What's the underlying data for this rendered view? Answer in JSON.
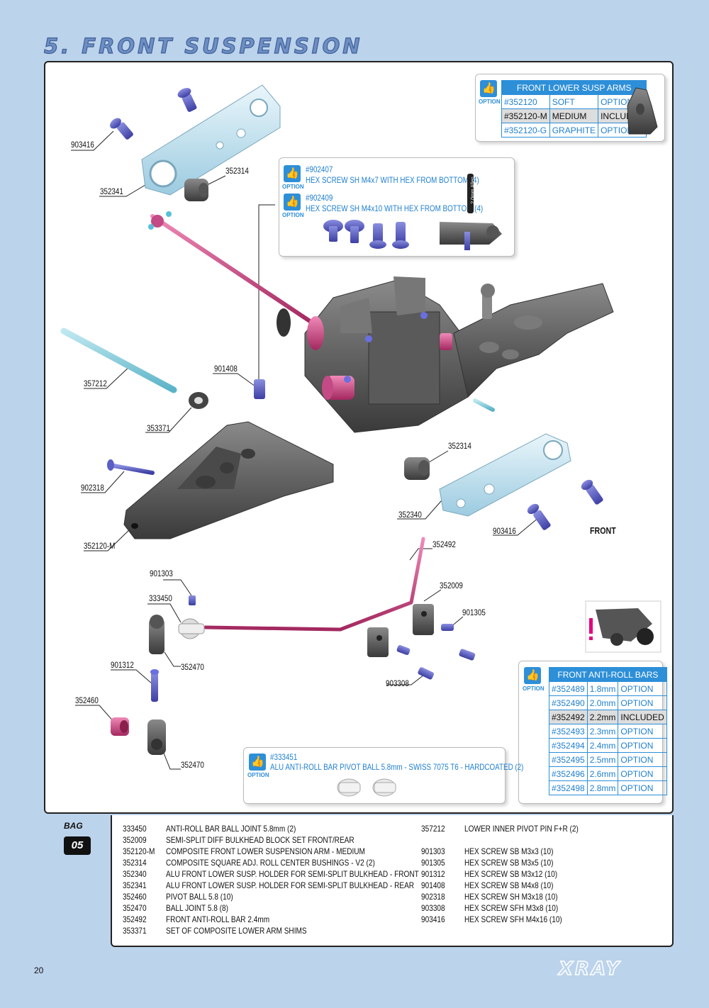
{
  "page": {
    "title": "5. FRONT SUSPENSION",
    "page_number": "20",
    "logo": "XRAY"
  },
  "callouts": {
    "c903416a": "903416",
    "c352341": "352341",
    "c352314a": "352314",
    "c357212": "357212",
    "c901408": "901408",
    "c353371": "353371",
    "c902318": "902318",
    "c352120m": "352120-M",
    "c352314b": "352314",
    "c352340": "352340",
    "c903416b": "903416",
    "c352492": "352492",
    "c901303": "901303",
    "c333450": "333450",
    "c352009": "352009",
    "c901305": "901305",
    "c901312": "901312",
    "c352470a": "352470",
    "c903308": "903308",
    "c352460": "352460",
    "c352470b": "352470",
    "front": "FRONT"
  },
  "option_word": "OPTION",
  "screw_option": {
    "item1_code": "#902407",
    "item1_desc": "HEX SCREW SH M4x7 WITH HEX FROM BOTTOM  (4)",
    "item2_code": "#902409",
    "item2_desc": "HEX SCREW SH M4x10 WITH HEX FROM BOTTOM  (4)",
    "tool": "2.0mm Allen"
  },
  "ball_option": {
    "code": "#333451",
    "desc": "ALU ANTI-ROLL BAR PIVOT BALL 5.8mm - SWISS 7075 T6 - HARDCOATED (2)"
  },
  "arms_table": {
    "header": "FRONT LOWER SUSP ARMS",
    "rows": [
      {
        "code": "#352120",
        "type": "SOFT",
        "status": "OPTION"
      },
      {
        "code": "#352120-M",
        "type": "MEDIUM",
        "status": "INCLUDED"
      },
      {
        "code": "#352120-G",
        "type": "GRAPHITE",
        "status": "OPTION"
      }
    ]
  },
  "bars_table": {
    "header": "FRONT ANTI-ROLL BARS",
    "rows": [
      {
        "code": "#352489",
        "size": "1.8mm",
        "status": "OPTION"
      },
      {
        "code": "#352490",
        "size": "2.0mm",
        "status": "OPTION"
      },
      {
        "code": "#352492",
        "size": "2.2mm",
        "status": "INCLUDED"
      },
      {
        "code": "#352493",
        "size": "2.3mm",
        "status": "OPTION"
      },
      {
        "code": "#352494",
        "size": "2.4mm",
        "status": "OPTION"
      },
      {
        "code": "#352495",
        "size": "2.5mm",
        "status": "OPTION"
      },
      {
        "code": "#352496",
        "size": "2.6mm",
        "status": "OPTION"
      },
      {
        "code": "#352498",
        "size": "2.8mm",
        "status": "OPTION"
      }
    ]
  },
  "bag": {
    "label": "BAG",
    "number": "05"
  },
  "parts_left": [
    {
      "code": "333450",
      "desc": "ANTI-ROLL BAR BALL JOINT 5.8mm (2)"
    },
    {
      "code": "352009",
      "desc": "SEMI-SPLIT DIFF BULKHEAD BLOCK SET FRONT/REAR"
    },
    {
      "code": "352120-M",
      "desc": "COMPOSITE FRONT LOWER SUSPENSION ARM - MEDIUM"
    },
    {
      "code": "352314",
      "desc": "COMPOSITE SQUARE ADJ. ROLL CENTER BUSHINGS - V2 (2)"
    },
    {
      "code": "352340",
      "desc": "ALU FRONT LOWER SUSP. HOLDER FOR SEMI-SPLIT BULKHEAD - FRONT"
    },
    {
      "code": "352341",
      "desc": "ALU FRONT LOWER SUSP. HOLDER FOR SEMI-SPLIT BULKHEAD - REAR"
    },
    {
      "code": "352460",
      "desc": "PIVOT BALL 5.8 (10)"
    },
    {
      "code": "352470",
      "desc": "BALL JOINT 5.8 (8)"
    },
    {
      "code": "352492",
      "desc": "FRONT ANTI-ROLL BAR 2.4mm"
    },
    {
      "code": "353371",
      "desc": "SET OF COMPOSITE LOWER ARM SHIMS"
    }
  ],
  "parts_right": [
    {
      "code": "357212",
      "desc": "LOWER INNER PIVOT PIN F+R  (2)"
    },
    {
      "code": "",
      "desc": ""
    },
    {
      "code": "901303",
      "desc": "HEX SCREW  SB M3x3  (10)"
    },
    {
      "code": "901305",
      "desc": "HEX SCREW  SB M3x5  (10)"
    },
    {
      "code": "901312",
      "desc": "HEX SCREW  SB M3x12  (10)"
    },
    {
      "code": "901408",
      "desc": "HEX SCREW  SB M4x8  (10)"
    },
    {
      "code": "902318",
      "desc": "HEX SCREW  SH M3x18  (10)"
    },
    {
      "code": "903308",
      "desc": "HEX SCREW  SFH M3x8  (10)"
    },
    {
      "code": "903416",
      "desc": "HEX SCREW  SFH M4x16  (10)"
    }
  ]
}
